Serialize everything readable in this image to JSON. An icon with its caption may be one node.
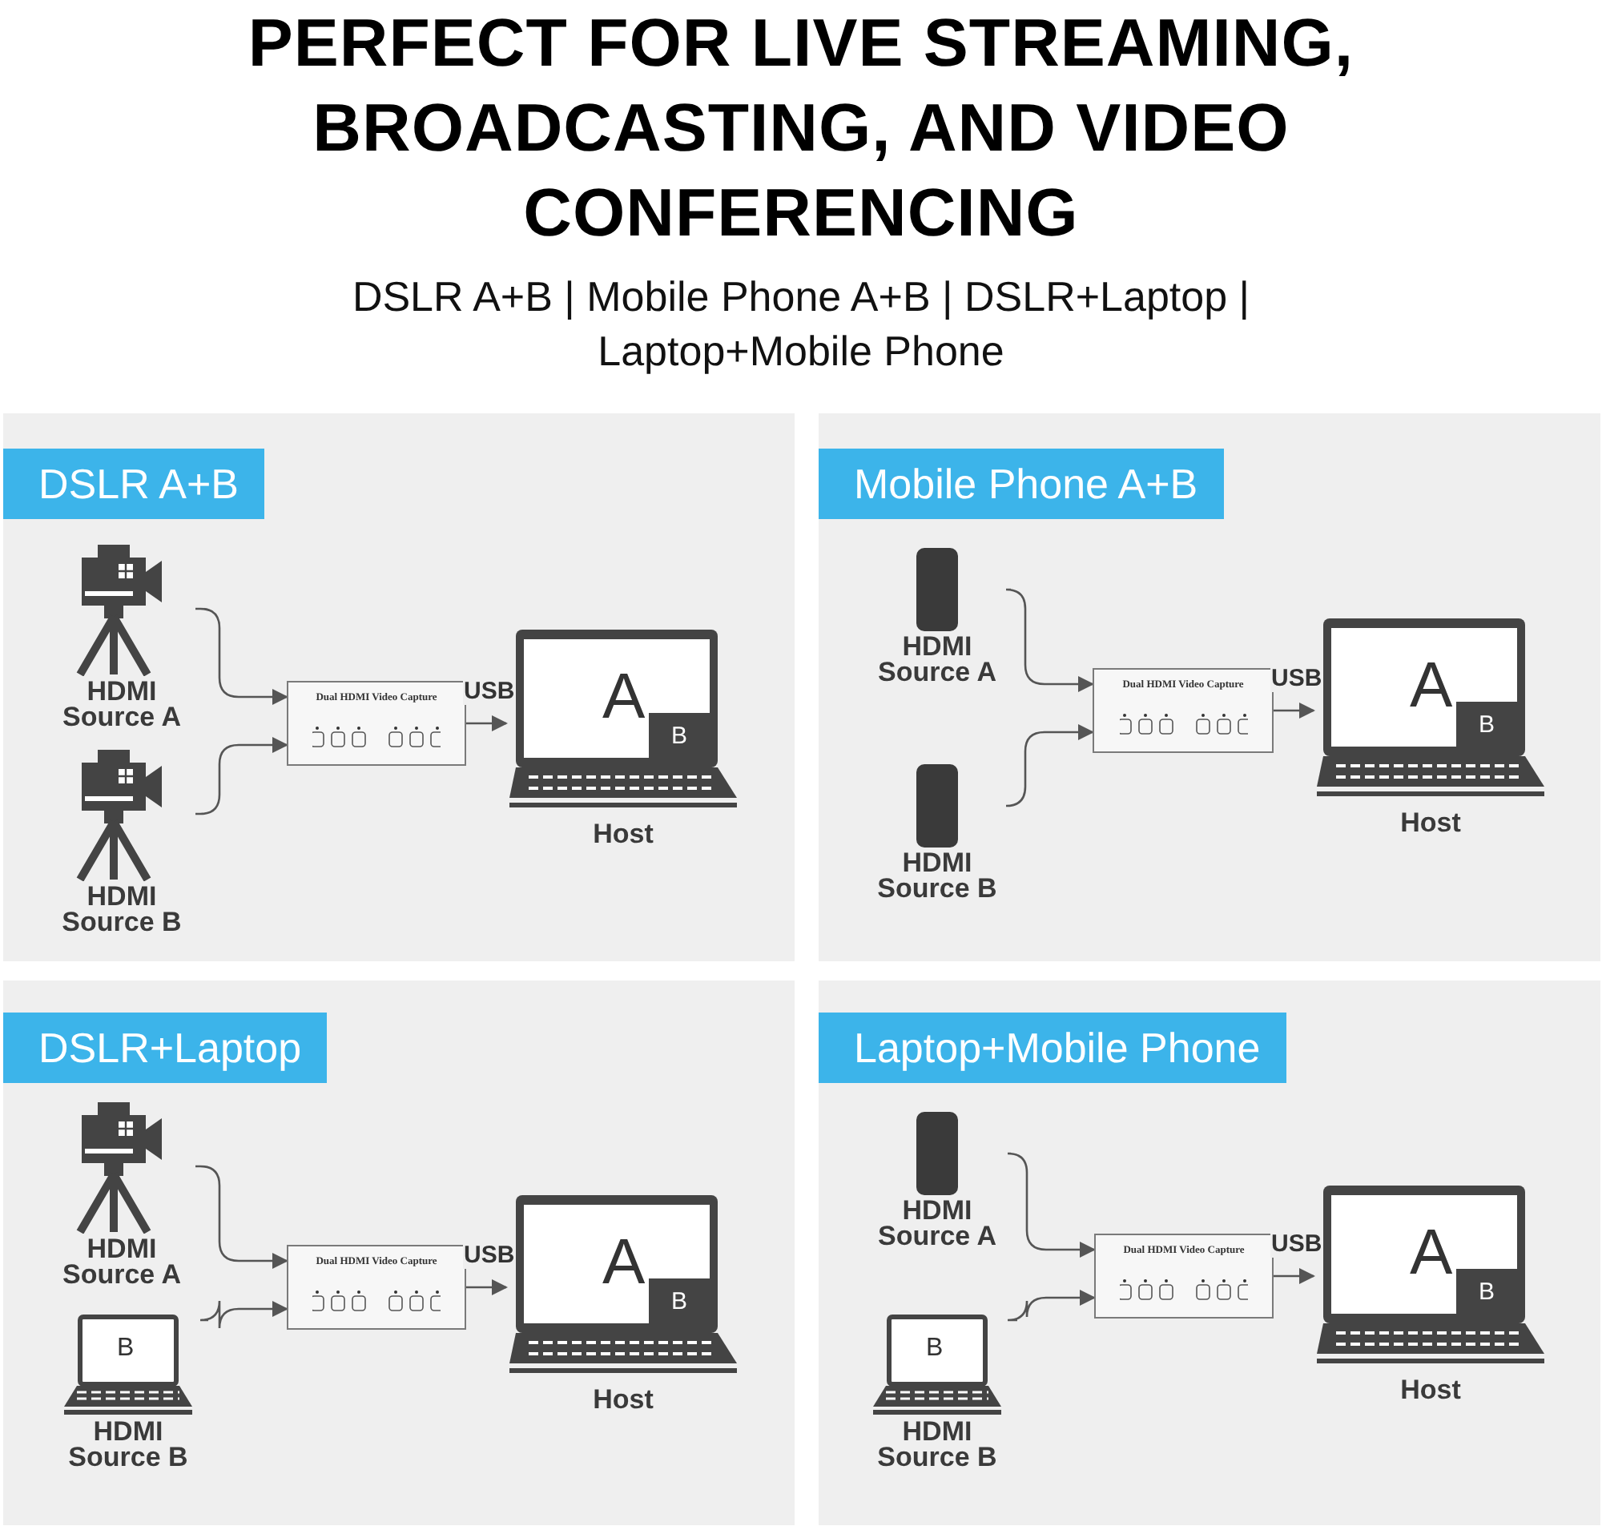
{
  "diagram": {
    "title": "PERFECT FOR LIVE STREAMING, BROADCASTING, AND VIDEO CONFERENCING",
    "labels": [
      "DSLR A+B | Mobile Phone A+B | DSLR+Laptop | Laptop+Mobile Phone"
    ],
    "nodes": [
      {
        "text": [
          "DSLR A+B"
        ]
      },
      {
        "text": [
          "HDMI Source A"
        ],
        "in": 0
      },
      {
        "text": [
          "HDMI Source B"
        ],
        "in": 0
      },
      {
        "text": [
          "Dual HDMI Video Capture"
        ],
        "in": 0
      },
      {
        "text": [
          "A",
          "B"
        ],
        "beside": [
          "Host"
        ],
        "in": 0
      },
      {
        "text": [
          "Mobile Phone A+B"
        ]
      },
      {
        "text": [
          "HDMI Source A"
        ],
        "in": 5
      },
      {
        "text": [
          "HDMI Source B"
        ],
        "in": 5
      },
      {
        "text": [
          "Dual HDMI Video Capture"
        ],
        "in": 5
      },
      {
        "text": [
          "A",
          "B"
        ],
        "beside": [
          "Host"
        ],
        "in": 5
      },
      {
        "text": [
          "DSLR+Laptop"
        ]
      },
      {
        "text": [
          "HDMI Source A"
        ],
        "in": 10
      },
      {
        "text": [
          "B",
          "HDMI Source B"
        ],
        "in": 10
      },
      {
        "text": [
          "Dual HDMI Video Capture"
        ],
        "in": 10
      },
      {
        "text": [
          "A",
          "B"
        ],
        "beside": [
          "Host"
        ],
        "in": 10
      },
      {
        "text": [
          "Laptop+Mobile Phone"
        ]
      },
      {
        "text": [
          "HDMI Source A"
        ],
        "in": 15
      },
      {
        "text": [
          "B",
          "HDMI Source B"
        ],
        "in": 15
      },
      {
        "text": [
          "Dual HDMI Video Capture"
        ],
        "in": 15
      },
      {
        "text": [
          "A",
          "B"
        ],
        "beside": [
          "Host"
        ],
        "in": 15
      }
    ],
    "edges": [
      {
        "from": 1,
        "to": 3,
        "arrow": "to"
      },
      {
        "from": 2,
        "to": 3,
        "arrow": "to"
      },
      {
        "from": 3,
        "to": 4,
        "arrow": "to",
        "label": "USB"
      },
      {
        "from": 6,
        "to": 8,
        "arrow": "to"
      },
      {
        "from": 7,
        "to": 8,
        "arrow": "to"
      },
      {
        "from": 8,
        "to": 9,
        "arrow": "to",
        "label": "USB"
      },
      {
        "from": 11,
        "to": 13,
        "arrow": "to"
      },
      {
        "from": 12,
        "to": 13,
        "arrow": "to"
      },
      {
        "from": 13,
        "to": 14,
        "arrow": "to",
        "label": "USB"
      },
      {
        "from": 16,
        "to": 18,
        "arrow": "to"
      },
      {
        "from": 17,
        "to": 18,
        "arrow": "to"
      },
      {
        "from": 18,
        "to": 19,
        "arrow": "to",
        "label": "USB"
      }
    ]
  }
}
